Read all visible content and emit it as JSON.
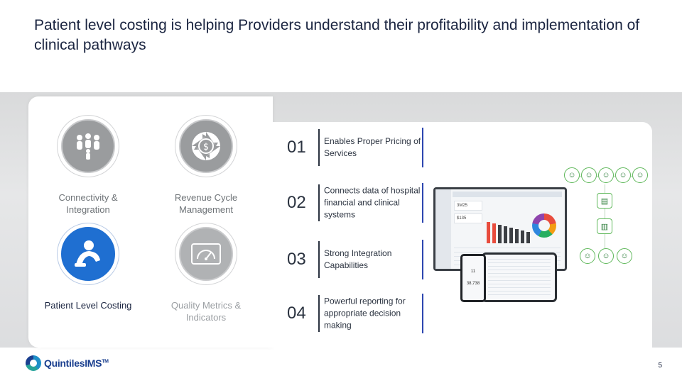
{
  "slide": {
    "title": "Patient level costing is helping Providers understand their profitability and implementation of clinical pathways",
    "page_number": "5"
  },
  "tiles": [
    {
      "label": "Connectivity & Integration",
      "icon": "people-network-icon"
    },
    {
      "label": "Revenue Cycle Management",
      "icon": "dollar-cycle-icon"
    },
    {
      "label": "Patient Level Costing",
      "icon": "patient-icon"
    },
    {
      "label": "Quality Metrics & Indicators",
      "icon": "gauge-icon"
    }
  ],
  "benefits": [
    {
      "num": "01",
      "text": "Enables Proper Pricing of Services"
    },
    {
      "num": "02",
      "text": "Connects data of hospital financial and clinical systems"
    },
    {
      "num": "03",
      "text": "Strong Integration Capabilities"
    },
    {
      "num": "04",
      "text": "Powerful reporting for appropriate decision making"
    }
  ],
  "dashboard": {
    "kpi1": "3M25",
    "kpi2": "$135",
    "phone_value1": "11",
    "phone_value2": "38,738"
  },
  "brand": {
    "logo_text": "QuintilesIMS",
    "logo_mark": "TM",
    "accent": "#1f6fd1",
    "divider": "#2d46b0"
  }
}
